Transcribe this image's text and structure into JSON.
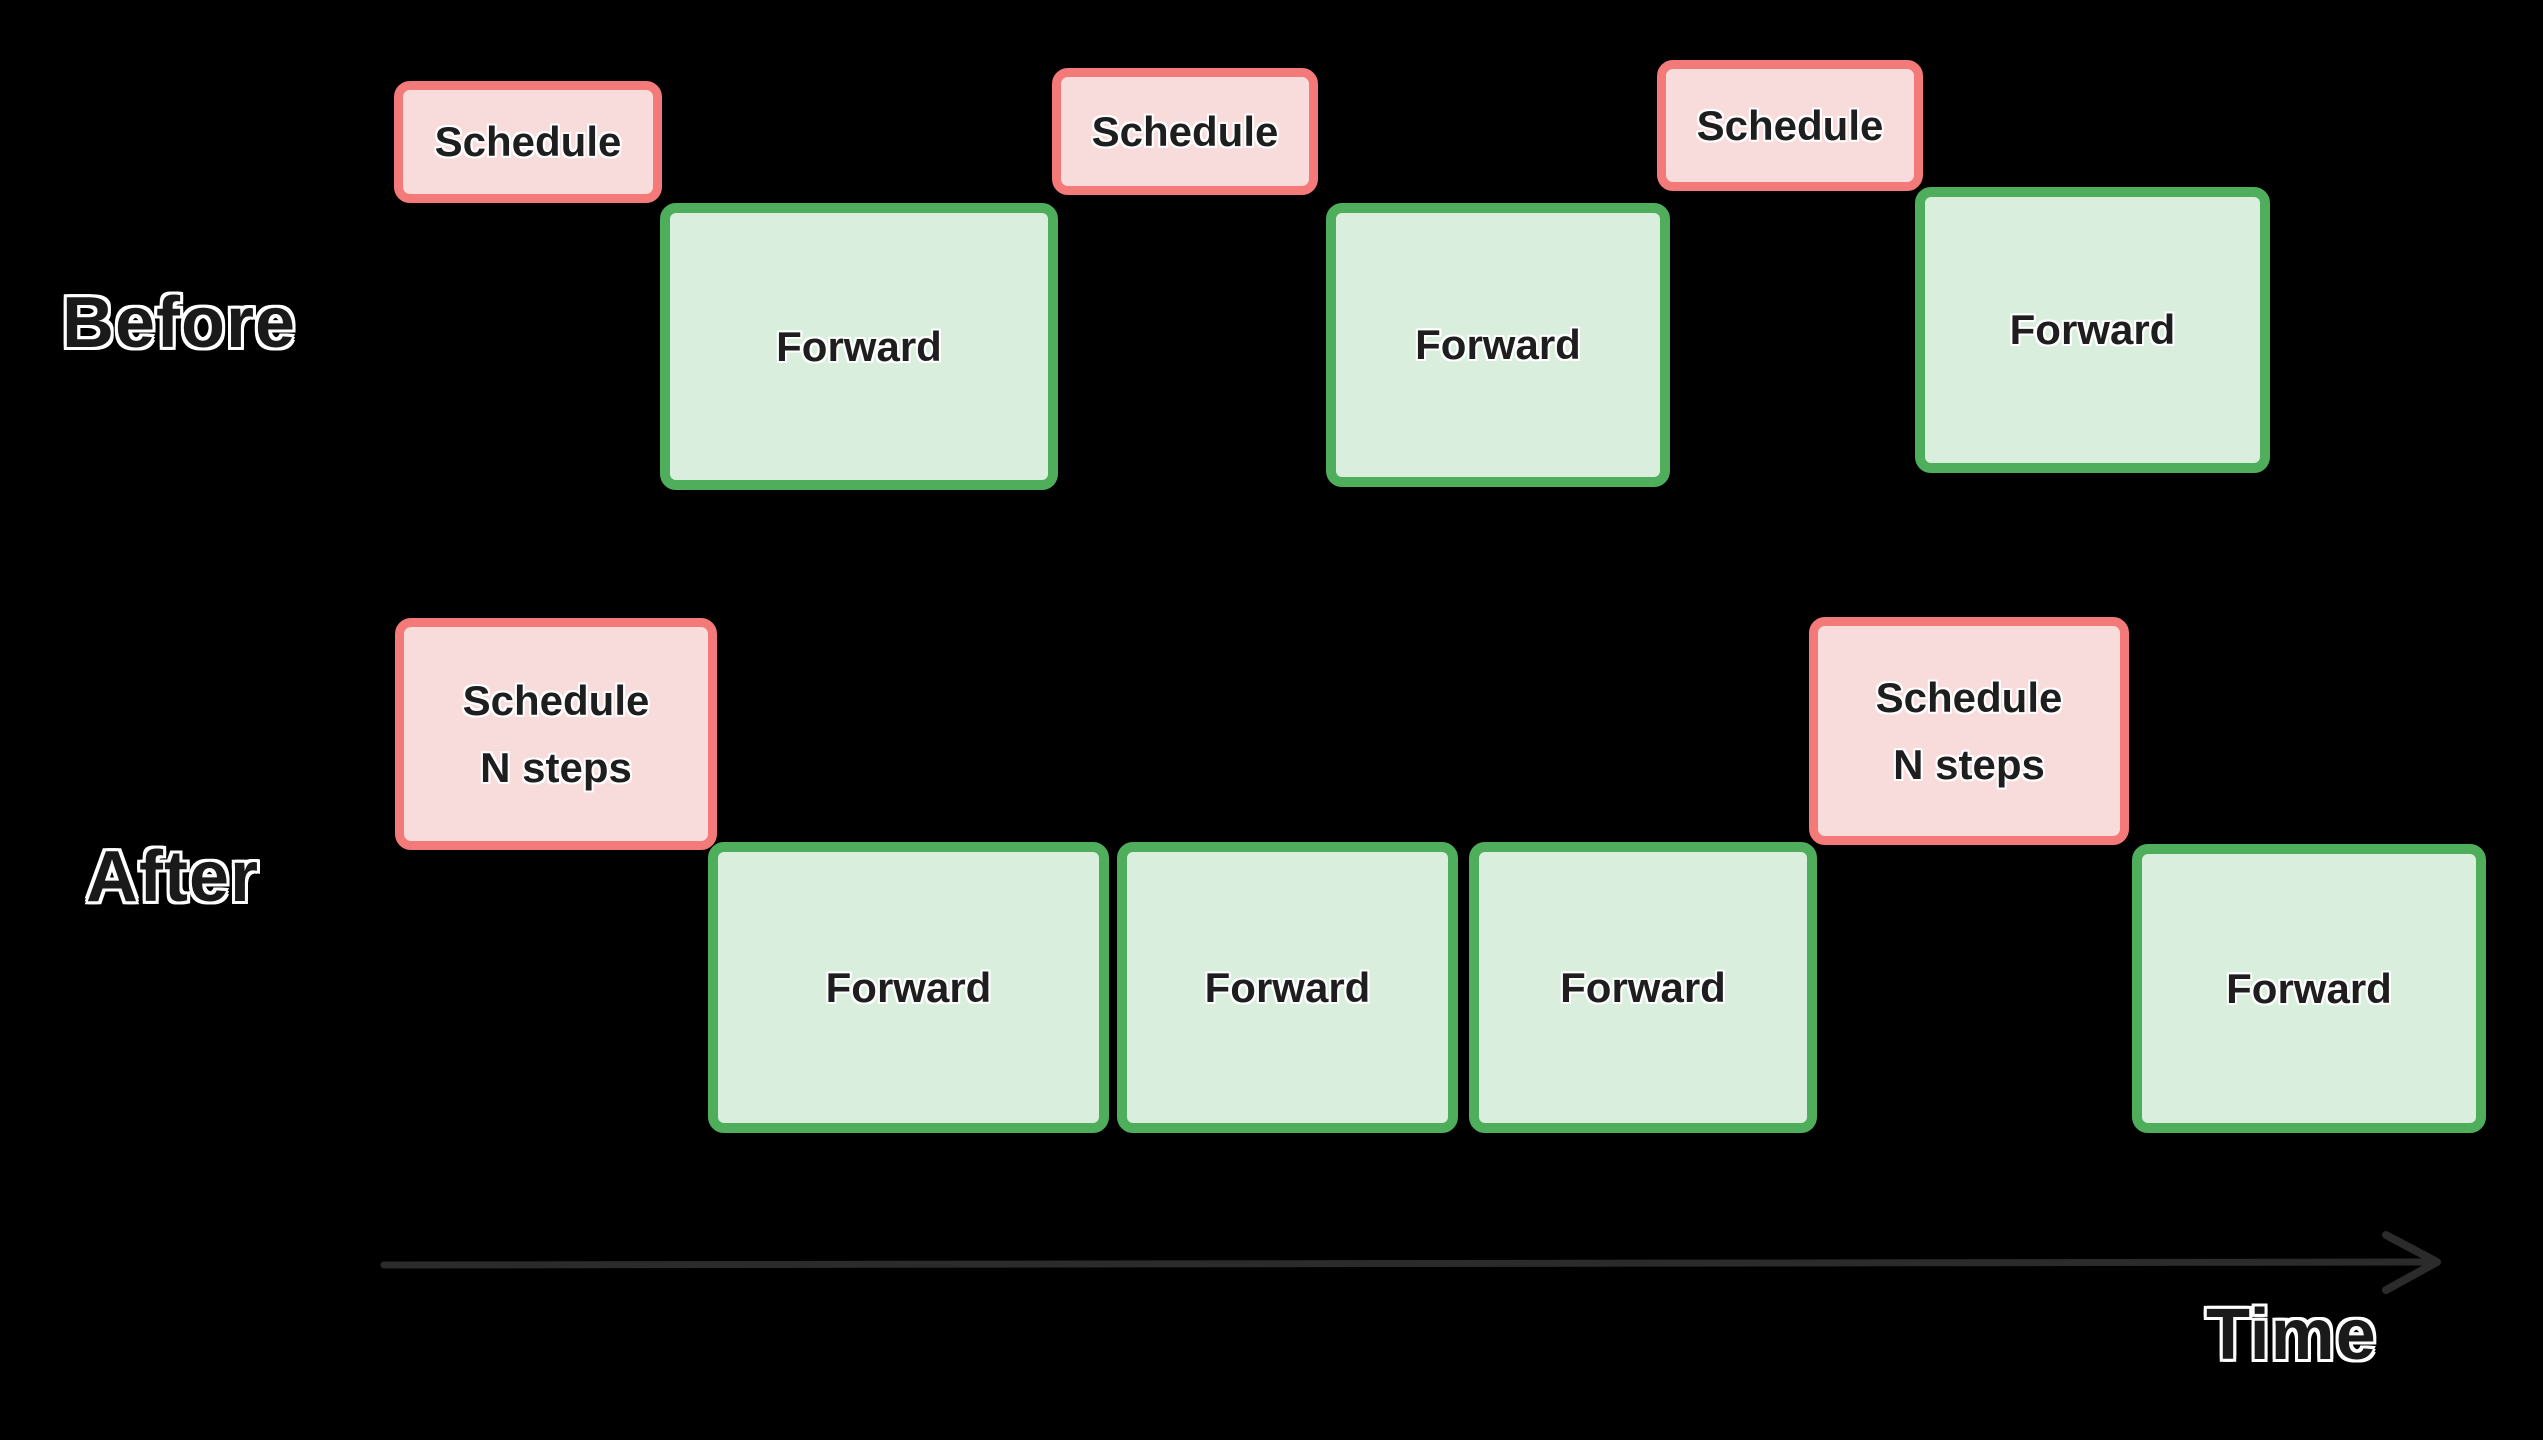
{
  "rows": [
    {
      "name": "Before",
      "boxes": [
        {
          "type": "schedule",
          "label": "Schedule"
        },
        {
          "type": "forward",
          "label": "Forward"
        },
        {
          "type": "schedule",
          "label": "Schedule"
        },
        {
          "type": "forward",
          "label": "Forward"
        },
        {
          "type": "schedule",
          "label": "Schedule"
        },
        {
          "type": "forward",
          "label": "Forward"
        }
      ]
    },
    {
      "name": "After",
      "boxes": [
        {
          "type": "schedule",
          "label": "Schedule",
          "label_line2": "N steps"
        },
        {
          "type": "forward",
          "label": "Forward"
        },
        {
          "type": "forward",
          "label": "Forward"
        },
        {
          "type": "forward",
          "label": "Forward"
        },
        {
          "type": "schedule",
          "label": "Schedule",
          "label_line2": "N steps"
        },
        {
          "type": "forward",
          "label": "Forward"
        }
      ]
    }
  ],
  "axis": {
    "label": "Time"
  },
  "colors": {
    "background": "#000000",
    "schedule_fill": "#f8dbdb",
    "schedule_border": "#f37a78",
    "forward_fill": "#d9eedd",
    "forward_border": "#4fae5c",
    "box_text": "#1e1e1e",
    "label_text": "#1a1a1a",
    "label_outline": "#ffffff",
    "arrow": "#2b2b2b"
  }
}
